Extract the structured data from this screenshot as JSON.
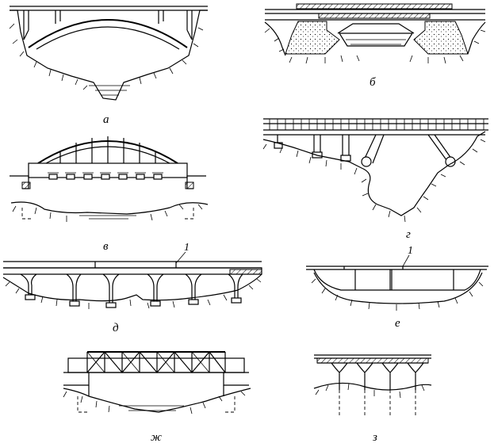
{
  "figure": {
    "panels": [
      {
        "key": "a",
        "caption": "а"
      },
      {
        "key": "b",
        "caption": "б"
      },
      {
        "key": "v",
        "caption": "в"
      },
      {
        "key": "g",
        "caption": "г"
      },
      {
        "key": "d",
        "caption": "д",
        "callout": "1"
      },
      {
        "key": "e",
        "caption": "е",
        "callout": "1"
      },
      {
        "key": "zh",
        "caption": "ж"
      },
      {
        "key": "z",
        "caption": "з"
      }
    ]
  }
}
